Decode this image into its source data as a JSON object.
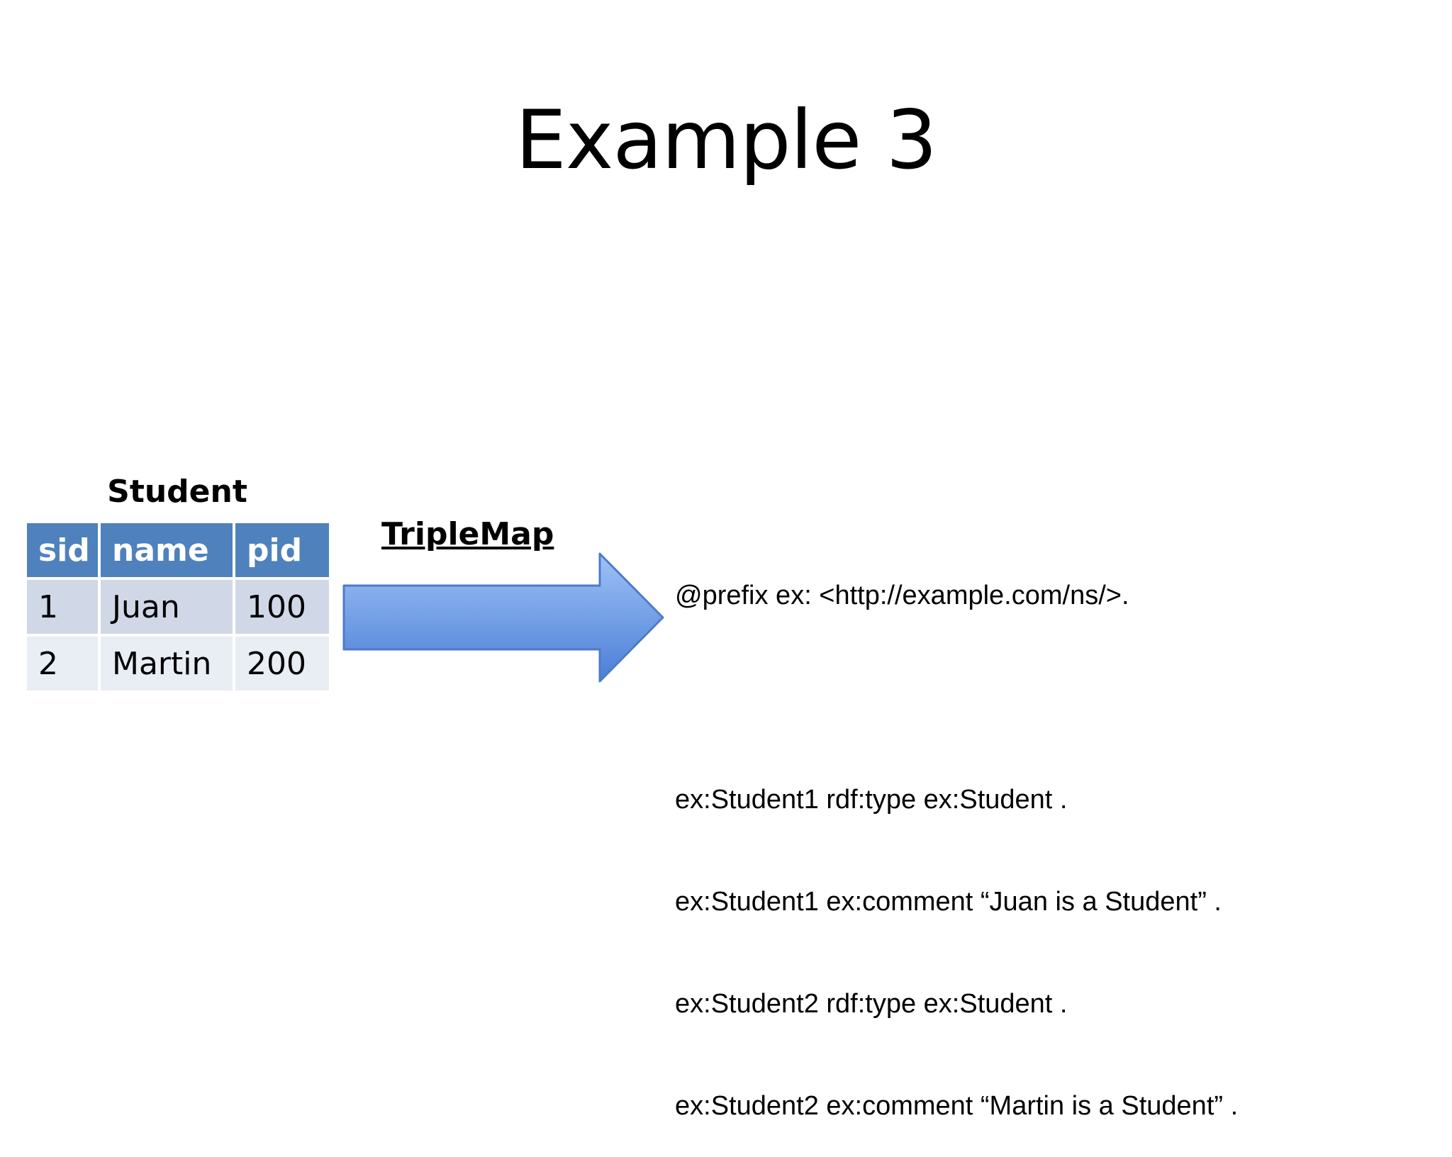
{
  "slide": {
    "title": "Example 3"
  },
  "table": {
    "caption": "Student",
    "columns": [
      "sid",
      "name",
      "pid"
    ],
    "rows": [
      [
        "1",
        "Juan",
        "100"
      ],
      [
        "2",
        "Martin",
        "200"
      ]
    ]
  },
  "mapping": {
    "label": "TripleMap"
  },
  "output": {
    "prefix_line": "@prefix ex: <http://example.com/ns/>.",
    "triples": [
      "ex:Student1 rdf:type ex:Student .",
      "ex:Student1 ex:comment “Juan is a Student” .",
      "ex:Student2 rdf:type ex:Student .",
      "ex:Student2 ex:comment “Martin is a Student” ."
    ]
  },
  "colors": {
    "header_fill": "#4f81bd",
    "row_odd_fill": "#d0d8e8",
    "row_even_fill": "#e9edf4",
    "arrow_fill_light": "#9fc2f7",
    "arrow_fill_dark": "#4a7ed6",
    "arrow_stroke": "#4f7ac8"
  }
}
